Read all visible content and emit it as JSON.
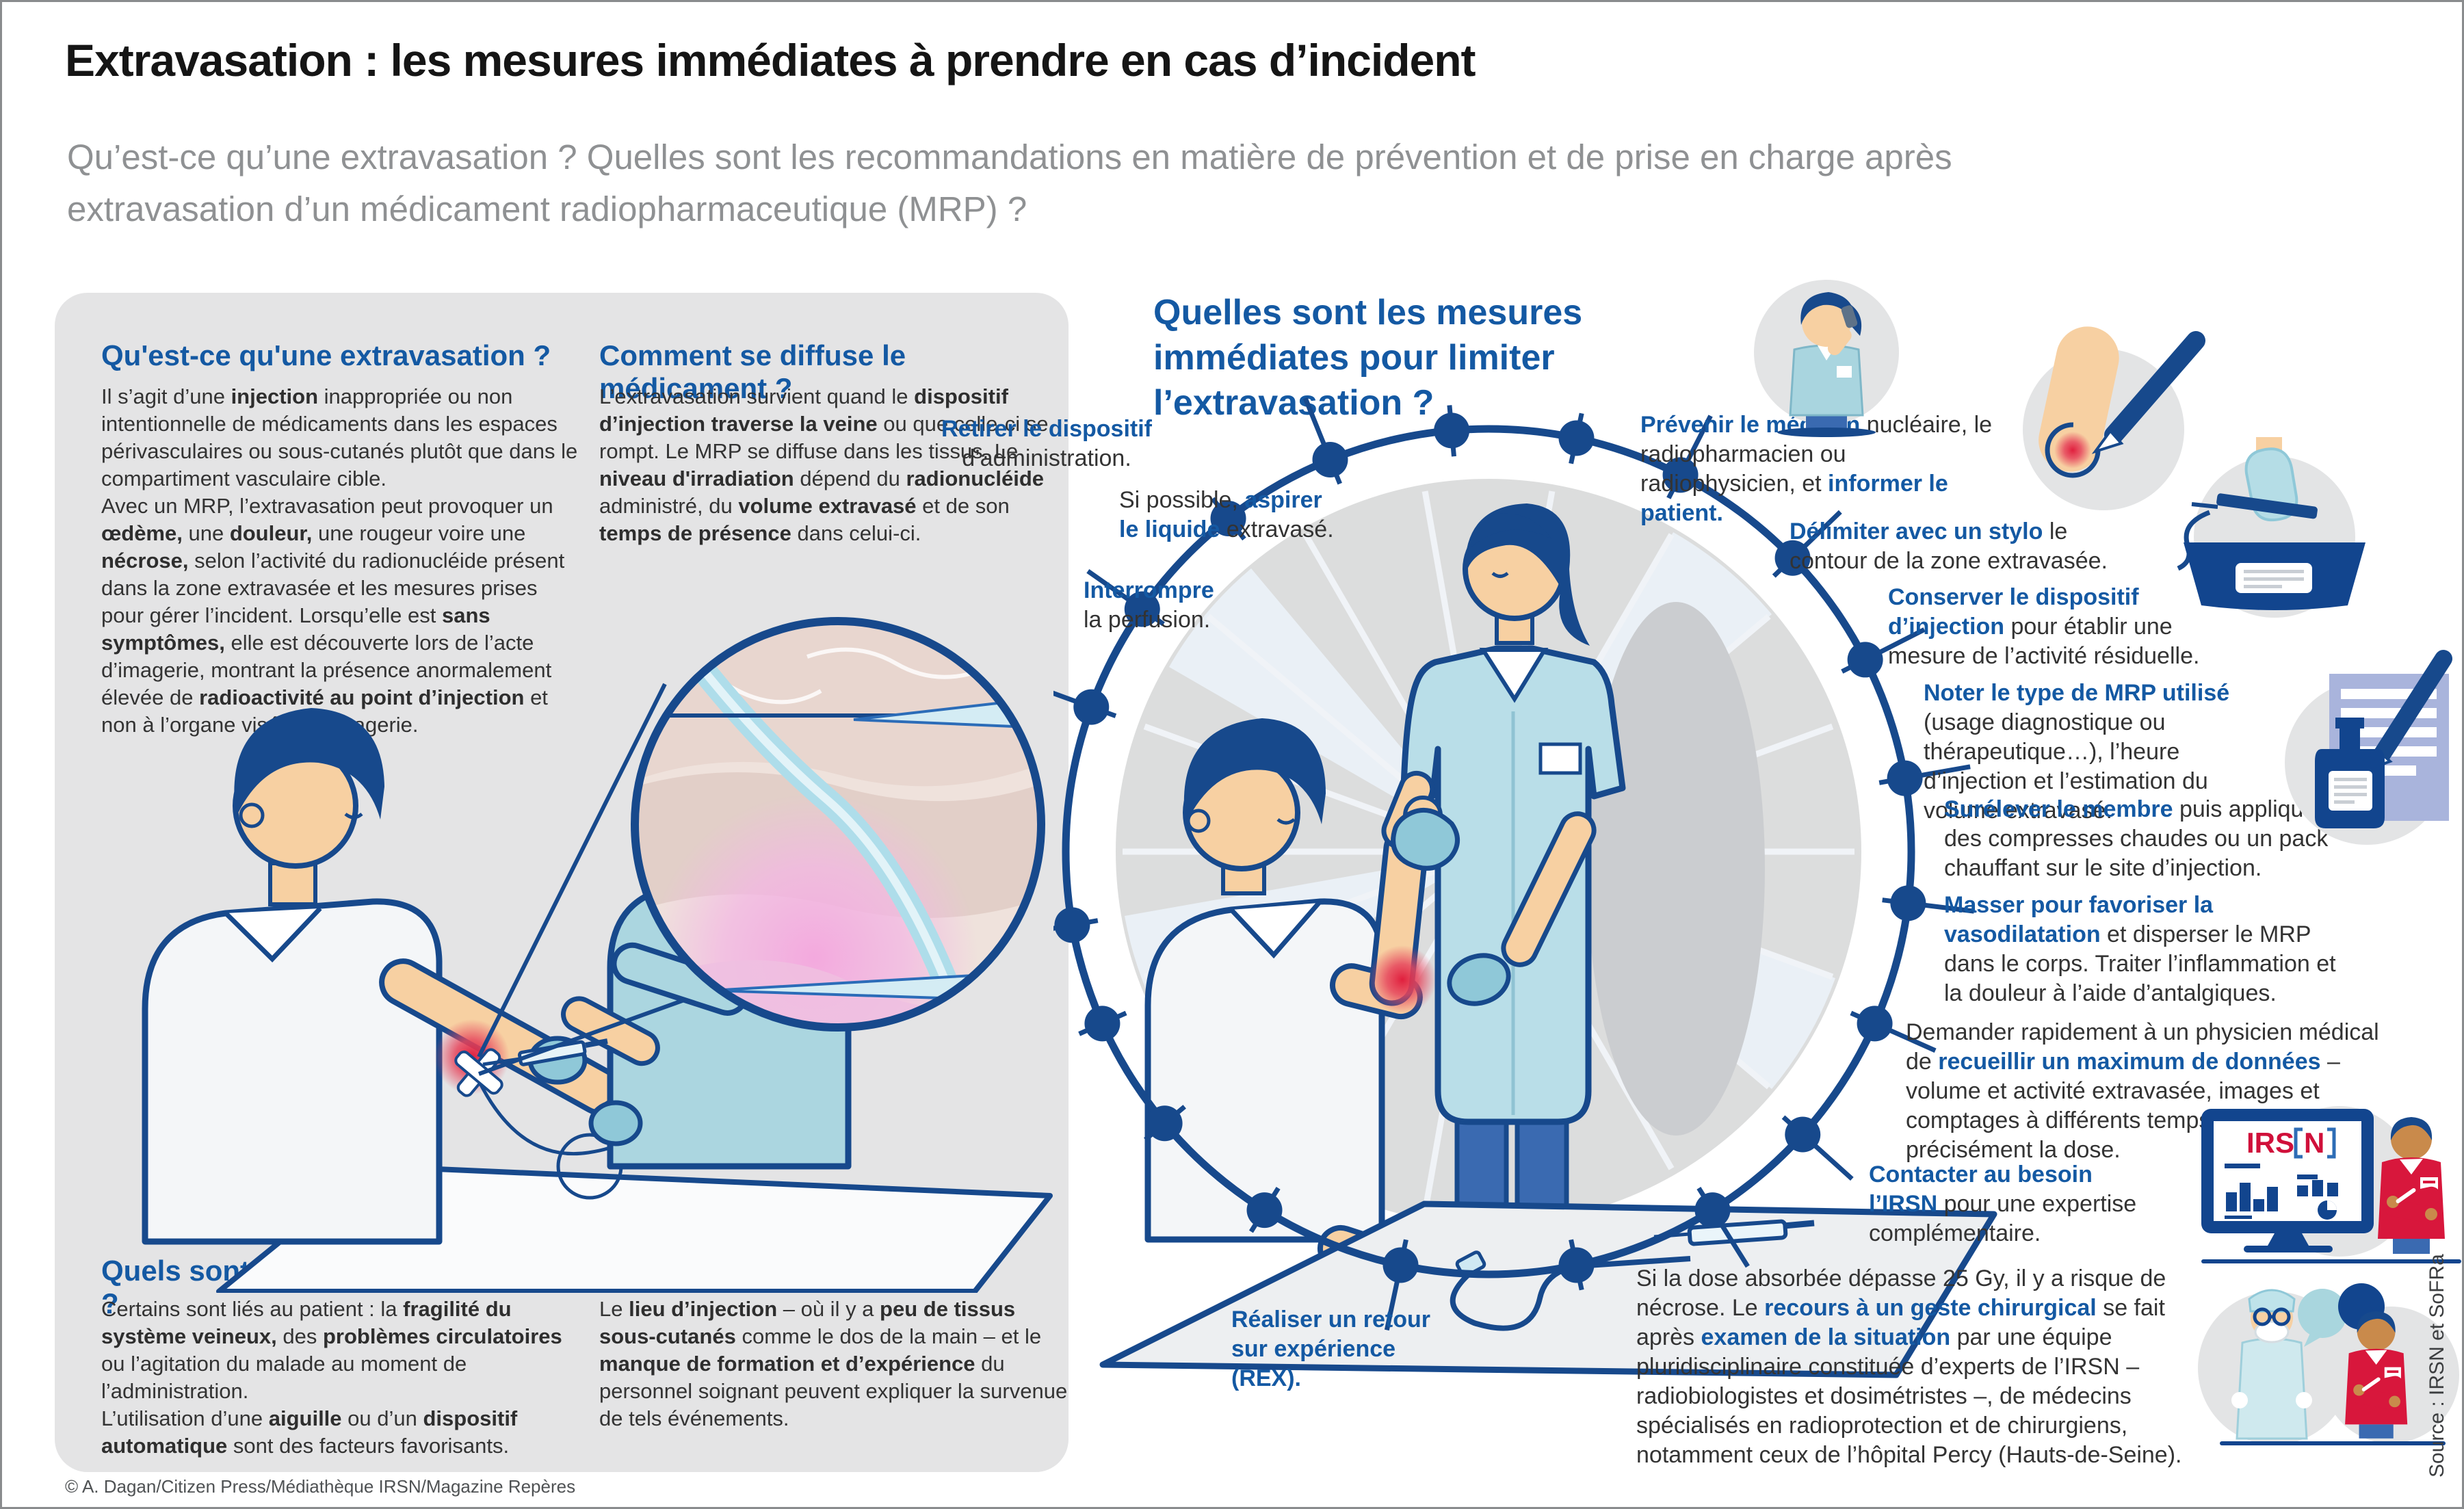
{
  "page": {
    "title": "Extravasation : les mesures immédiates à prendre en cas d’incident",
    "subtitle": "Qu’est-ce qu’une extravasation ? Quelles sont les recommandations en matière de prévention et de prise en charge après extravasation d’un médicament radiopharmaceutique (MRP) ?",
    "copyright": "© A. Dagan/Citizen Press/Médiathèque IRSN/Magazine Repères",
    "source": "Source : IRSN et SoFRa"
  },
  "colors": {
    "accent_blue": "#1459a3",
    "outline_navy": "#17498c",
    "panel_gray": "#e4e4e5",
    "alert_red": "#d8173c",
    "logo_red": "#d0103a",
    "scrub_teal": "#abd6e0"
  },
  "panel": {
    "s1_heading": "Qu'est-ce qu'une extravasation ?",
    "s1_body": [
      {
        "t": "Il s’agit d’une "
      },
      {
        "t": "injection",
        "s": "b"
      },
      {
        "t": " inappropriée ou non intentionnelle de médicaments dans les espaces périvasculaires ou sous-cutanés plutôt que dans le compartiment vasculaire cible."
      },
      {
        "br": true
      },
      {
        "t": "Avec un MRP, l’extravasation peut provoquer un "
      },
      {
        "t": "œdème,",
        "s": "b"
      },
      {
        "t": " une "
      },
      {
        "t": "douleur,",
        "s": "b"
      },
      {
        "t": " une rougeur voire une "
      },
      {
        "t": "nécrose,",
        "s": "b"
      },
      {
        "t": " selon l’activité du radionucléide présent dans la zone extravasée et les mesures prises pour gérer l’incident. Lorsqu’elle est "
      },
      {
        "t": "sans symptômes,",
        "s": "b"
      },
      {
        "t": " elle est découverte lors de l’acte d’imagerie, montrant la présence anormalement élevée de "
      },
      {
        "t": "radioactivité au point d’injection",
        "s": "b"
      },
      {
        "t": " et non à l’organe visé par l’imagerie."
      }
    ],
    "s2_heading": "Comment se diffuse le médicament ?",
    "s2_body": [
      {
        "t": "L’extravasation survient quand le "
      },
      {
        "t": "dispositif d’injection traverse la veine",
        "s": "b"
      },
      {
        "t": " ou que celle-ci se rompt. Le MRP se diffuse dans les tissus. Le "
      },
      {
        "t": "niveau d'irradiation",
        "s": "b"
      },
      {
        "t": " dépend du "
      },
      {
        "t": "radionucléide",
        "s": "b"
      },
      {
        "t": " administré, du "
      },
      {
        "t": "volume extravasé",
        "s": "b"
      },
      {
        "t": " et de son "
      },
      {
        "t": "temps de présence",
        "s": "b"
      },
      {
        "t": " dans celui-ci."
      }
    ],
    "s3_heading": "Quels sont les facteurs favorisants ?",
    "s3_body": [
      {
        "t": "Certains sont liés au patient : la "
      },
      {
        "t": "fragilité du système veineux,",
        "s": "b"
      },
      {
        "t": " des "
      },
      {
        "t": "problèmes circulatoires",
        "s": "b"
      },
      {
        "t": " ou l’agitation du malade au moment de l’administration."
      },
      {
        "br": true
      },
      {
        "t": "L’utilisation d’une "
      },
      {
        "t": "aiguille",
        "s": "b"
      },
      {
        "t": " ou d’un "
      },
      {
        "t": "dispositif automatique",
        "s": "b"
      },
      {
        "t": " sont des facteurs favorisants."
      }
    ],
    "s4_body": [
      {
        "t": "Le "
      },
      {
        "t": "lieu d’injection",
        "s": "b"
      },
      {
        "t": " – où il y a "
      },
      {
        "t": "peu de tissus sous-cutanés",
        "s": "b"
      },
      {
        "t": " comme le dos de la main – et le "
      },
      {
        "t": "manque de formation et d’expérience",
        "s": "b"
      },
      {
        "t": " du personnel soignant peuvent expliquer la survenue de tels événements."
      }
    ]
  },
  "measures": {
    "heading": "Quelles sont les mesures immédiates pour limiter l’extravasation ?",
    "steps": {
      "retirer": [
        {
          "t": "Retirer le dispositif",
          "s": "blue"
        },
        {
          "br": true
        },
        {
          "t": "d’administration."
        }
      ],
      "aspirer": [
        {
          "t": "Si possible, "
        },
        {
          "t": "aspirer",
          "s": "blue"
        },
        {
          "br": true
        },
        {
          "t": "le liquide",
          "s": "blue"
        },
        {
          "t": " extravasé."
        }
      ],
      "interrompre": [
        {
          "t": "Interrompre",
          "s": "blue"
        },
        {
          "br": true
        },
        {
          "t": "la perfusion."
        }
      ],
      "prevenir": [
        {
          "t": "Prévenir le médecin",
          "s": "blue"
        },
        {
          "t": " nucléaire, le radiopharmacien ou radiophysicien, et "
        },
        {
          "t": "informer le patient.",
          "s": "blue"
        }
      ],
      "delimiter": [
        {
          "t": "Délimiter avec un stylo",
          "s": "blue"
        },
        {
          "t": " le contour de la zone extravasée."
        }
      ],
      "conserver": [
        {
          "t": "Conserver le dispositif d’injection",
          "s": "blue"
        },
        {
          "t": " pour établir une mesure de l’activité résiduelle."
        }
      ],
      "noter": [
        {
          "t": "Noter le type de MRP utilisé",
          "s": "blue"
        },
        {
          "t": " (usage diagnostique ou thérapeutique…), l’heure d’injection et l’estimation du volume extravasé."
        }
      ],
      "surelever": [
        {
          "t": "Surélever le membre",
          "s": "blue"
        },
        {
          "t": " puis appliquer des compresses chaudes ou un pack chauffant sur le site d’injection."
        }
      ],
      "masser": [
        {
          "t": "Masser pour favoriser la vasodilatation",
          "s": "blue"
        },
        {
          "t": " et disperser le MRP dans le corps. Traiter l’inflammation et la douleur à l’aide d’antalgiques."
        }
      ],
      "demander": [
        {
          "t": "Demander rapidement à un physicien médical de "
        },
        {
          "t": "recueillir un maximum de données",
          "s": "blue"
        },
        {
          "t": " – volume et activité extravasée, images et comptages à différents temps – pour évaluer précisément la dose."
        }
      ],
      "contacter": [
        {
          "t": "Contacter au besoin l’IRSN",
          "s": "blue"
        },
        {
          "t": " pour une expertise complémentaire."
        }
      ],
      "rex": [
        {
          "t": "Réaliser un retour sur expérience (REX).",
          "s": "blue"
        }
      ],
      "dose": [
        {
          "t": "Si la dose absorbée dépasse 25 Gy, il y a risque de nécrose. Le "
        },
        {
          "t": "recours à un geste chirurgical",
          "s": "blue"
        },
        {
          "t": " se fait après "
        },
        {
          "t": "examen de la situation",
          "s": "blue"
        },
        {
          "t": " par une équipe pluridisciplinaire constituée d’experts de l’IRSN – radiobiologistes et dosimétristes –, de médecins spécialisés en radioprotection et de chirurgiens, notamment ceux de l’hôpital Percy (Hauts-de-Seine)."
        }
      ]
    }
  },
  "icons": {
    "monitor_logo_irs": "IRS",
    "monitor_logo_n": "N"
  }
}
